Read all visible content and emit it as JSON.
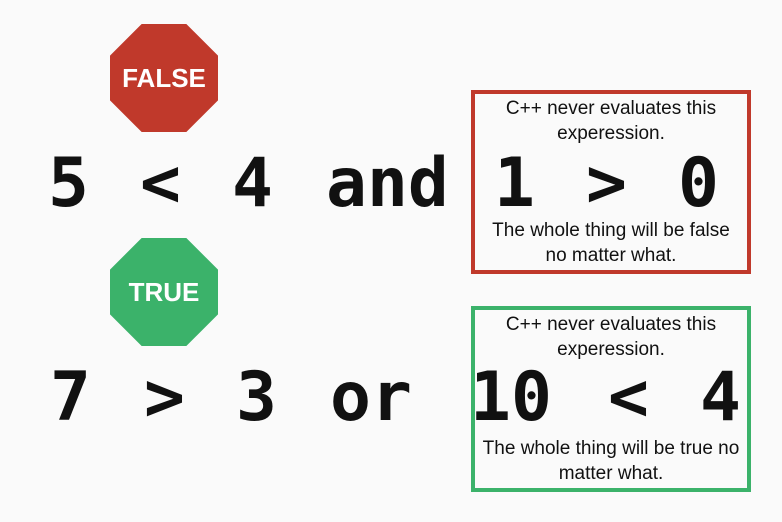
{
  "false_example": {
    "sign_label": "FALSE",
    "tokens": [
      "5",
      "<",
      "4",
      "and",
      "1",
      ">",
      "0"
    ],
    "note_top": "C++ never evaluates this experession.",
    "note_bottom": "The whole thing will be false no matter what.",
    "color": "#c0392b"
  },
  "true_example": {
    "sign_label": "TRUE",
    "tokens": [
      "7",
      ">",
      "3",
      "or",
      "10",
      "<",
      "4"
    ],
    "note_top": "C++ never evaluates this experession.",
    "note_bottom": "The whole thing will be true no matter what.",
    "color": "#3bb26a"
  }
}
